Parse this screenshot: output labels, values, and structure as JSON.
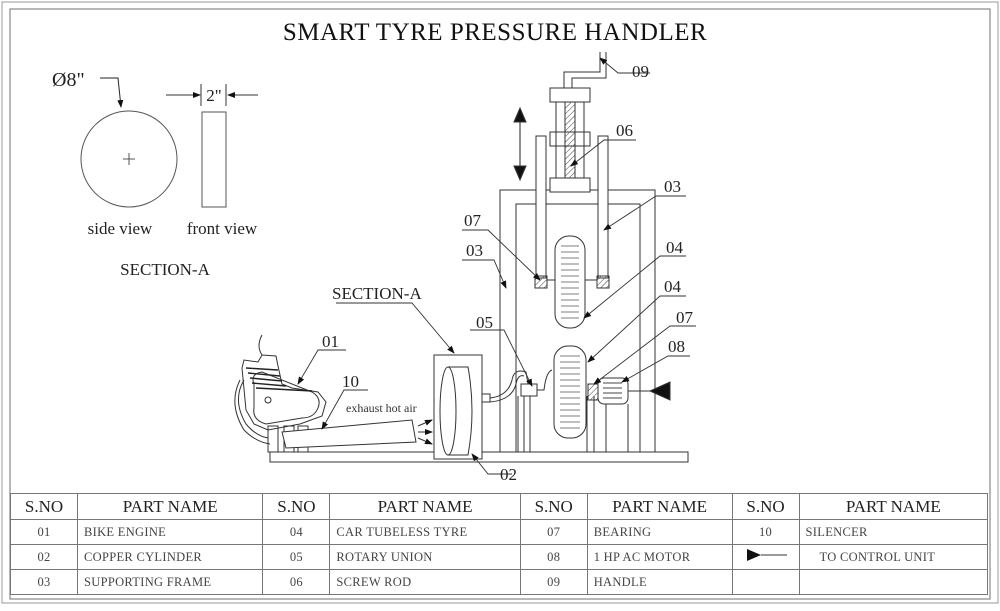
{
  "title": "SMART TYRE PRESSURE HANDLER",
  "section_detail": {
    "diameter_label": "Ø8\"",
    "width_label": "2\"",
    "side_view_label": "side view",
    "front_view_label": "front view",
    "section_label": "SECTION-A"
  },
  "assembly": {
    "section_callout": "SECTION-A",
    "exhaust_label": "exhaust hot air",
    "callouts": {
      "c01": "01",
      "c02": "02",
      "c03a": "03",
      "c03b": "03",
      "c04a": "04",
      "c04b": "04",
      "c05": "05",
      "c06": "06",
      "c07a": "07",
      "c07b": "07",
      "c08": "08",
      "c09": "09",
      "c10": "10"
    }
  },
  "parts_table": {
    "headers": [
      {
        "sno": "S.NO",
        "name": "PART NAME"
      },
      {
        "sno": "S.NO",
        "name": "PART NAME"
      },
      {
        "sno": "S.NO",
        "name": "PART NAME"
      },
      {
        "sno": "S.NO",
        "name": "PART NAME"
      }
    ],
    "rows": [
      [
        {
          "sno": "01",
          "name": "BIKE ENGINE"
        },
        {
          "sno": "04",
          "name": "CAR TUBELESS TYRE"
        },
        {
          "sno": "07",
          "name": "BEARING"
        },
        {
          "sno": "10",
          "name": "SILENCER"
        }
      ],
      [
        {
          "sno": "02",
          "name": "COPPER CYLINDER"
        },
        {
          "sno": "05",
          "name": "ROTARY UNION"
        },
        {
          "sno": "08",
          "name": "1 HP AC MOTOR"
        },
        {
          "sno": "",
          "name": "TO CONTROL UNIT",
          "symbol": "arrow-to-control-unit-icon"
        }
      ],
      [
        {
          "sno": "03",
          "name": "SUPPORTING FRAME"
        },
        {
          "sno": "06",
          "name": "SCREW ROD"
        },
        {
          "sno": "09",
          "name": "HANDLE"
        },
        {
          "sno": "",
          "name": ""
        }
      ]
    ]
  }
}
